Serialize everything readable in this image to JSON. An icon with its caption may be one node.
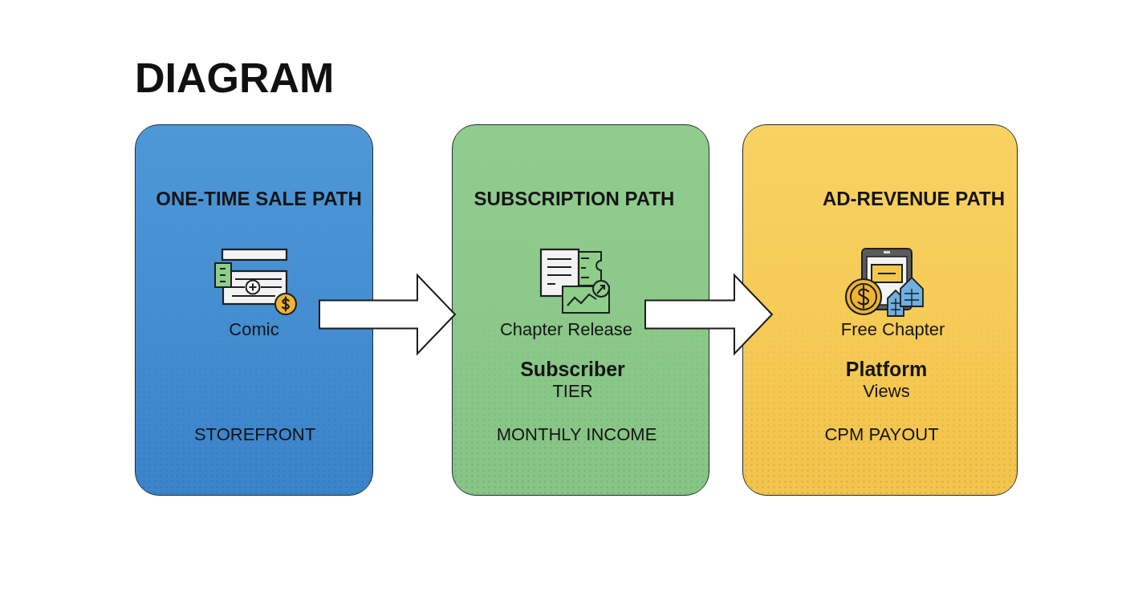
{
  "diagram": {
    "title": "DIAGRAM",
    "nodes": [
      {
        "text": [
          "ONE-TIME SALE PATH",
          "Comic",
          "STOREFRONT"
        ]
      },
      {
        "text": [
          "SUBSCRIPTION PATH",
          "Chapter Release",
          "**Subscriber** TIER",
          "MONTHLY INCOME"
        ]
      },
      {
        "text": [
          "AD-REVENUE PATH",
          "Free Chapter",
          "**Platform** Views",
          "CPM PAYOUT"
        ]
      }
    ],
    "edges": [
      {
        "from": 0,
        "to": 1,
        "arrow": "to"
      },
      {
        "from": 1,
        "to": 2,
        "arrow": "to"
      }
    ]
  }
}
